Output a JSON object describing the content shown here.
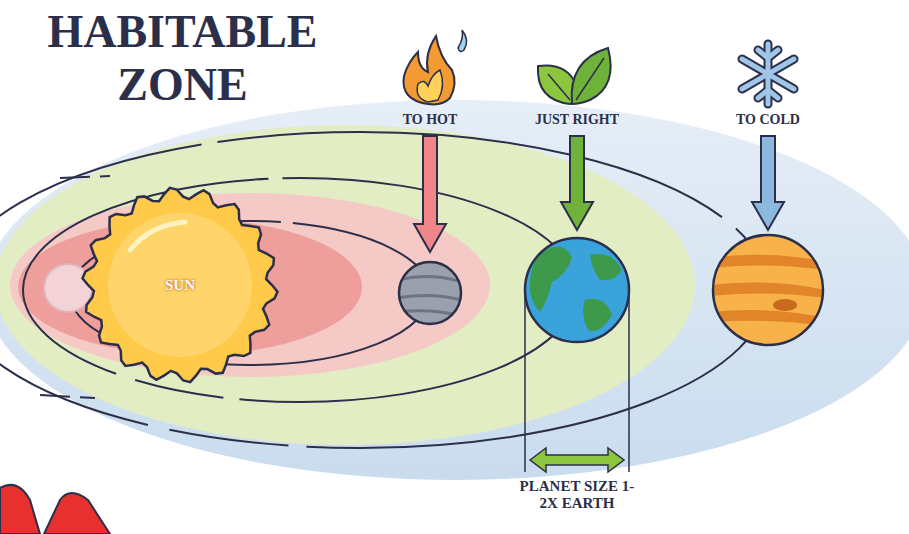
{
  "diagram": {
    "title": "HABITABLE ZONE",
    "nodes": [
      {
        "text": [
          "SUN"
        ]
      }
    ],
    "labels": [
      "TO HOT",
      "JUST RIGHT",
      "TO COLD",
      "PLANET SIZE 1-2X EARTH"
    ]
  }
}
